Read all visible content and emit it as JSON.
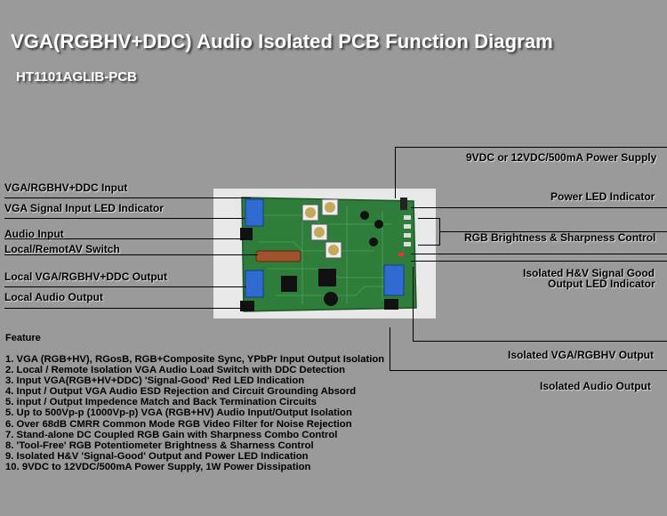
{
  "title": "VGA(RGBHV+DDC) Audio Isolated PCB Function Diagram",
  "subtitle": "HT1101AGLIB-PCB",
  "left_labels": {
    "vga_input": "VGA/RGBHV+DDC  Input",
    "vga_led": "VGA Signal Input LED Indicator",
    "audio_input": "Audio Input",
    "local_remote": "Local/RemotAV Switch",
    "local_vga_out": "Local VGA/RGBHV+DDC Output",
    "local_audio_out": "Local Audio Output"
  },
  "right_labels": {
    "power_supply": "9VDC or 12VDC/500mA Power Supply",
    "power_led": "Power LED Indicator",
    "rgb_control": "RGB Brightness & Sharpness Control",
    "hv_led_1": "Isolated H&V Signal Good",
    "hv_led_2": "Output LED Indicator",
    "iso_vga_out": "Isolated VGA/RGBHV Output",
    "iso_audio_out": "Isolated Audio Output"
  },
  "feature_title": "Feature",
  "features": [
    "1. VGA (RGB+HV), RGosB, RGB+Composite Sync, YPbPr Input Output Isolation",
    "2. Local / Remote Isolation VGA Audio Load Switch with DDC Detection",
    "3. Input VGA(RGB+HV+DDC) 'Signal-Good' Red LED Indication",
    "4. Input / Output VGA Audio ESD Rejection and Circuit Grounding Absord",
    "5. input / Output Impedence Match and Back Termination Circuits",
    "5. Up to 500Vp-p (1000Vp-p) VGA (RGB+HV) Audio Input/Output Isolation",
    "6. Over 68dB CMRR Common Mode RGB Video Filter for Noise Rejection",
    "7. Stand-alone DC Coupled RGB Gain with Sharpness Combo Control",
    "8. 'Tool-Free' RGB Potentiometer Brightness & Sharness Control",
    "9. Isolated H&V 'Signal-Good' Output and Power LED Indication",
    "10. 9VDC to 12VDC/500mA Power Supply, 1W Power Dissipation"
  ],
  "colors": {
    "background": "#9a9a9a",
    "pcb_green": "#2e7d3a",
    "connector_blue": "#2f6bd0"
  }
}
